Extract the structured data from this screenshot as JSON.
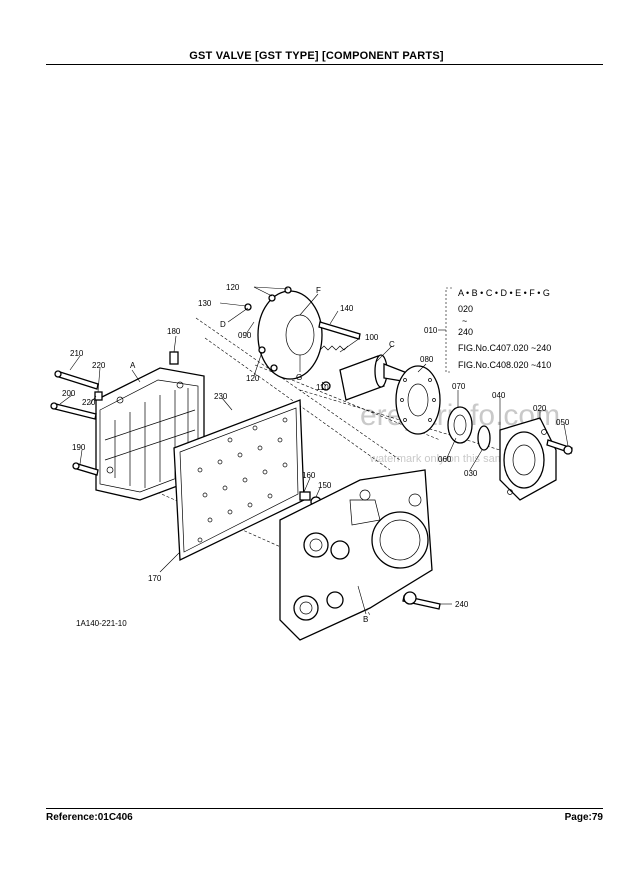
{
  "header": {
    "title": "GST VALVE [GST TYPE] [COMPONENT PARTS]"
  },
  "footer": {
    "reference": "Reference:01C406",
    "page": "Page:79"
  },
  "diagram": {
    "parts": [
      "120",
      "F",
      "130",
      "140",
      "D",
      "090",
      "100",
      "C",
      "180",
      "120",
      "G",
      "110",
      "080",
      "210",
      "A",
      "220",
      "070",
      "230",
      "040",
      "020",
      "200",
      "220",
      "050",
      "190",
      "060",
      "030",
      "160",
      "150",
      "170",
      "240",
      "B",
      "010"
    ],
    "reference_box": {
      "line1": "A • B • C • D • E • F • G",
      "line2": "020",
      "line3": "~",
      "line4": "240",
      "line5": "FIG.No.C407.020 ~240",
      "line6": "FIG.No.C408.020 ~410"
    },
    "drawing_code": "1A140-221-10",
    "watermark_main": "ereparinfo.com",
    "watermark_sub": "watermark only on this sample"
  }
}
